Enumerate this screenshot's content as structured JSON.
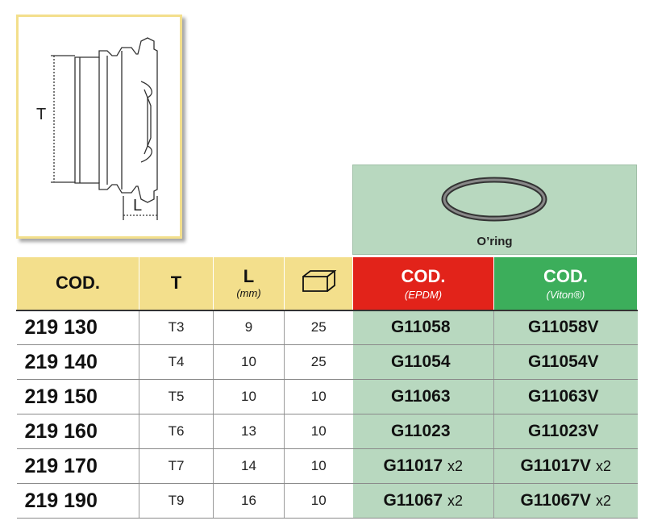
{
  "drawing": {
    "t_label": "T",
    "l_label": "L"
  },
  "oring": {
    "label": "O’ring"
  },
  "table": {
    "headers": {
      "cod": "COD.",
      "t": "T",
      "l": "L",
      "l_unit": "(mm)",
      "box": "box-icon",
      "epdm_title": "COD.",
      "epdm_sub": "(EPDM)",
      "viton_title": "COD.",
      "viton_sub": "(Viton®)"
    },
    "rows": [
      {
        "code": "219 130",
        "t": "T3",
        "l": "9",
        "qty": "25",
        "epdm": "G11058",
        "epdm_mult": "",
        "viton": "G11058V",
        "viton_mult": ""
      },
      {
        "code": "219 140",
        "t": "T4",
        "l": "10",
        "qty": "25",
        "epdm": "G11054",
        "epdm_mult": "",
        "viton": "G11054V",
        "viton_mult": ""
      },
      {
        "code": "219 150",
        "t": "T5",
        "l": "10",
        "qty": "10",
        "epdm": "G11063",
        "epdm_mult": "",
        "viton": "G11063V",
        "viton_mult": ""
      },
      {
        "code": "219 160",
        "t": "T6",
        "l": "13",
        "qty": "10",
        "epdm": "G11023",
        "epdm_mult": "",
        "viton": "G11023V",
        "viton_mult": ""
      },
      {
        "code": "219 170",
        "t": "T7",
        "l": "14",
        "qty": "10",
        "epdm": "G11017",
        "epdm_mult": "x2",
        "viton": "G11017V",
        "viton_mult": "x2"
      },
      {
        "code": "219 190",
        "t": "T9",
        "l": "16",
        "qty": "10",
        "epdm": "G11067",
        "epdm_mult": "x2",
        "viton": "G11067V",
        "viton_mult": "x2"
      }
    ]
  },
  "colors": {
    "header_yellow": "#f3df8c",
    "epdm_red": "#e2231a",
    "viton_green": "#3cae5b",
    "cell_green": "#b8d8bf"
  }
}
